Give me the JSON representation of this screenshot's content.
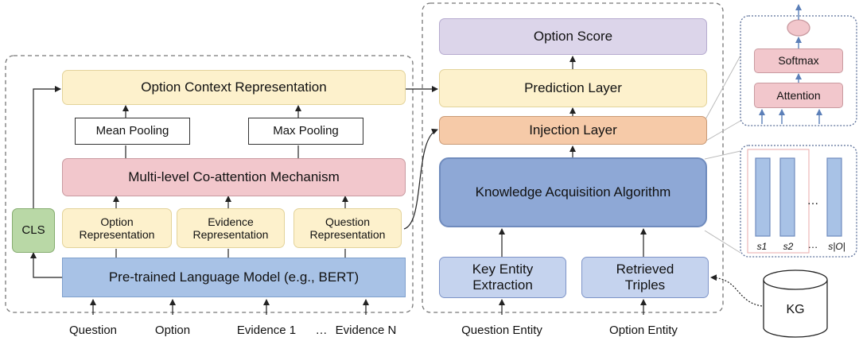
{
  "left": {
    "option_context": "Option Context Representation",
    "mean_pooling": "Mean Pooling",
    "max_pooling": "Max Pooling",
    "coattention": "Multi-level Co-attention Mechanism",
    "option_rep": [
      "Option",
      "Representation"
    ],
    "evidence_rep": [
      "Evidence",
      "Representation"
    ],
    "question_rep": [
      "Question",
      "Representation"
    ],
    "cls": "CLS",
    "plm": "Pre-trained Language Model (e.g., BERT)",
    "inputs": [
      "Question",
      "Option",
      "Evidence 1",
      "…",
      "Evidence N"
    ]
  },
  "middle": {
    "option_score": "Option Score",
    "prediction": "Prediction Layer",
    "injection": "Injection Layer",
    "kaa": "Knowledge Acquisition Algorithm",
    "key_entity": [
      "Key Entity",
      "Extraction"
    ],
    "retrieved": [
      "Retrieved",
      "Triples"
    ],
    "inputs": [
      "Question Entity",
      "Option Entity"
    ]
  },
  "right": {
    "softmax": "Softmax",
    "attention": "Attention",
    "ellipsis": "…",
    "s_labels": [
      "s1",
      "s2",
      "…",
      "s|O|"
    ],
    "kg": "KG"
  },
  "colors": {
    "yellow": "#fdf1cc",
    "pink": "#f2c7cc",
    "blue": "#a8c2e6",
    "green": "#b9d8a6",
    "orange": "#f6caa8",
    "lavender": "#dcd5ea",
    "kaa_blue": "#8ea8d6",
    "arrow": "#333333"
  }
}
